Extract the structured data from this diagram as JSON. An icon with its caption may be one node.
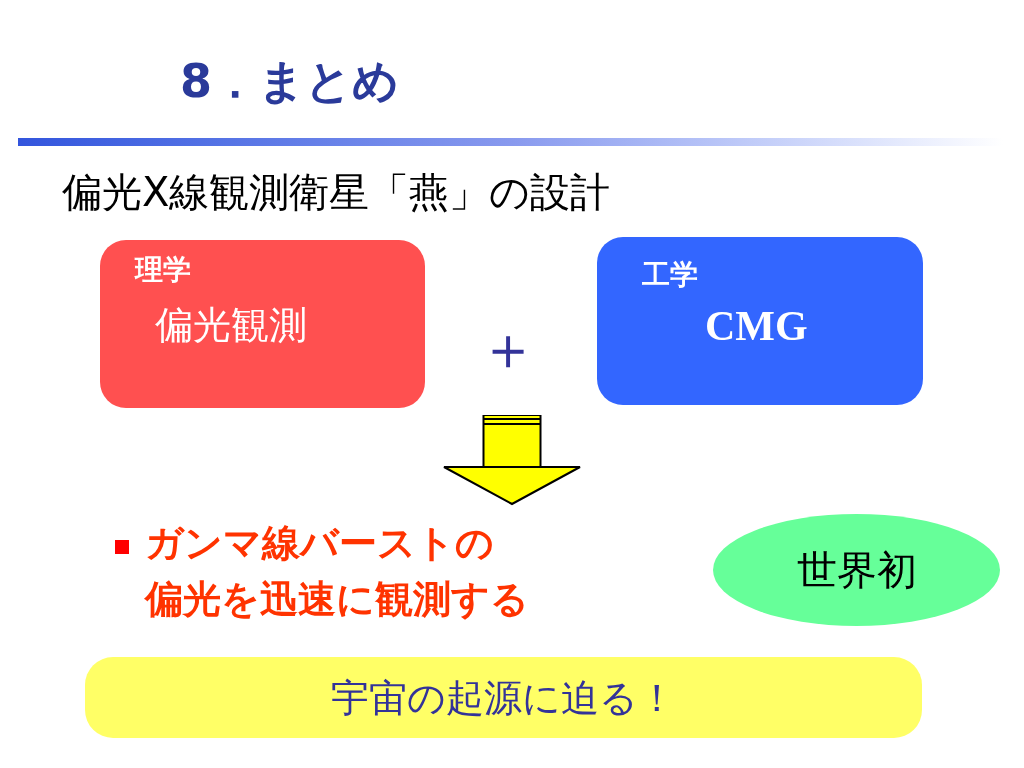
{
  "diagram": {
    "title": "8．まとめ",
    "nodes": [
      {
        "text": [
          "理学",
          "偏光観測"
        ]
      },
      {
        "text": [
          "工学",
          "CMG"
        ]
      },
      {
        "text": [
          "ガンマ線バーストの偏光を迅速に観測する"
        ]
      },
      {
        "text": [
          "世界初"
        ]
      },
      {
        "text": [
          "宇宙の起源に迫る！"
        ]
      }
    ],
    "edges": [
      {
        "from": null,
        "to": 2,
        "arrow": "to"
      }
    ],
    "labels": [
      "偏光X線観測衛星「燕」の設計",
      "＋"
    ]
  }
}
